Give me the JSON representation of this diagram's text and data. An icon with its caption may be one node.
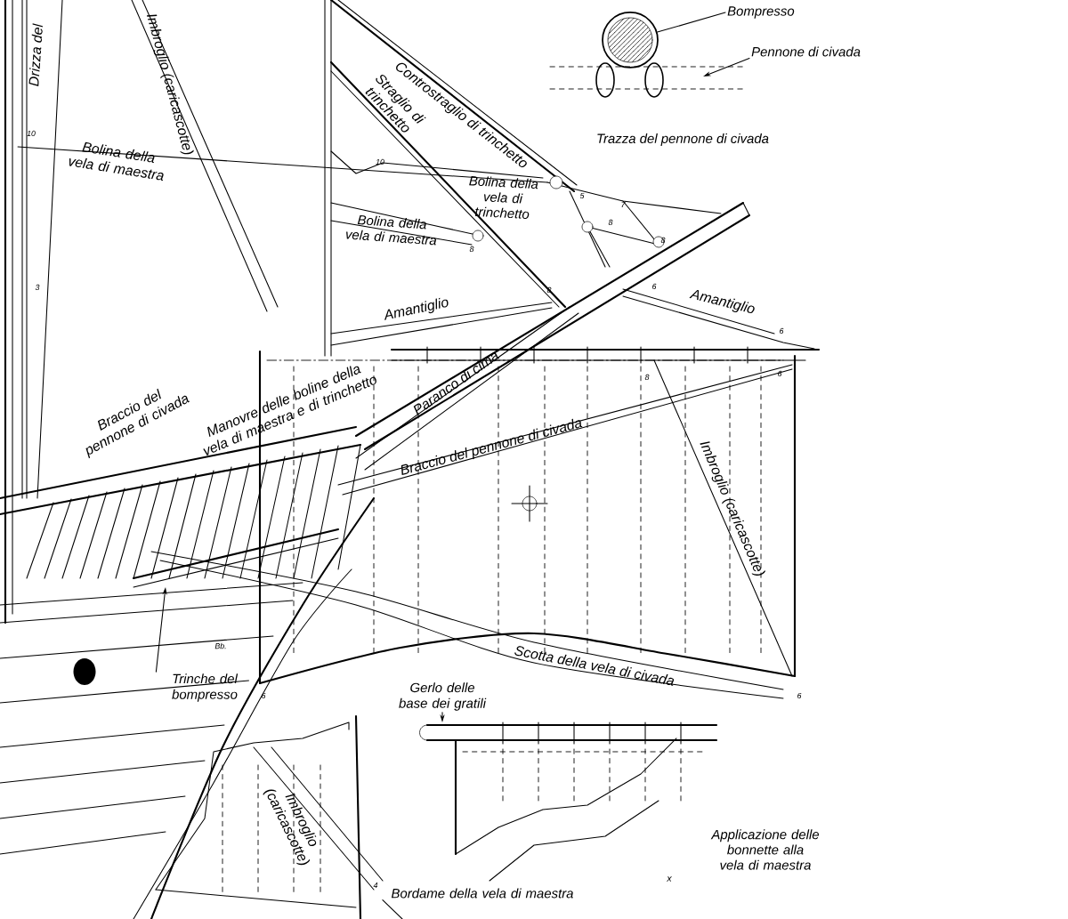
{
  "diagram": {
    "nodes": [
      {
        "text": [
          "Bompresso"
        ]
      },
      {
        "text": [
          "Pennone di civada"
        ]
      },
      {
        "text": [
          "Trinche del bompresso"
        ]
      },
      {
        "text": [
          "Gerlo delle base dei gratili"
        ]
      },
      {
        "text": [
          "Bordame della vela di maestra"
        ]
      },
      {
        "text": [],
        "shape": "circle"
      }
    ],
    "edges": [
      {
        "from": 0,
        "to": 5,
        "arrow": "none"
      },
      {
        "from": 1,
        "to": null,
        "arrow": "to"
      },
      {
        "from": 2,
        "to": null,
        "arrow": "to"
      },
      {
        "from": 3,
        "to": null,
        "arrow": "to"
      },
      {
        "from": 4,
        "to": null,
        "arrow": "none"
      }
    ],
    "labels": [
      "Drizza del",
      "Imbroglio (caricascotte)",
      "Controstraglio di trinchetto",
      "Straglio di trinchetto",
      "10",
      "Trazza del pennone di civada",
      "Bolina della vela di maestra",
      "10",
      "Bolina della vela di trinchetto",
      "5",
      "7",
      "8",
      "8",
      "Bolina della vela di maestra",
      "8",
      "6",
      "3",
      "8",
      "Amantiglio",
      "Amantiglio",
      "6",
      "6",
      "8",
      "Paranco di cima",
      "Manovre delle boline della vela di maestra e di trinchetto",
      "Braccio del pennone di civada",
      "Braccio del pennone di civada",
      "Imbroglio (caricascotte)",
      "Bb.",
      "Scotta della vela di civada",
      "6",
      "6",
      "Imbroglio (caricascotte)",
      "Applicazione delle bonnette alla vela di maestra",
      "x",
      "4"
    ]
  }
}
